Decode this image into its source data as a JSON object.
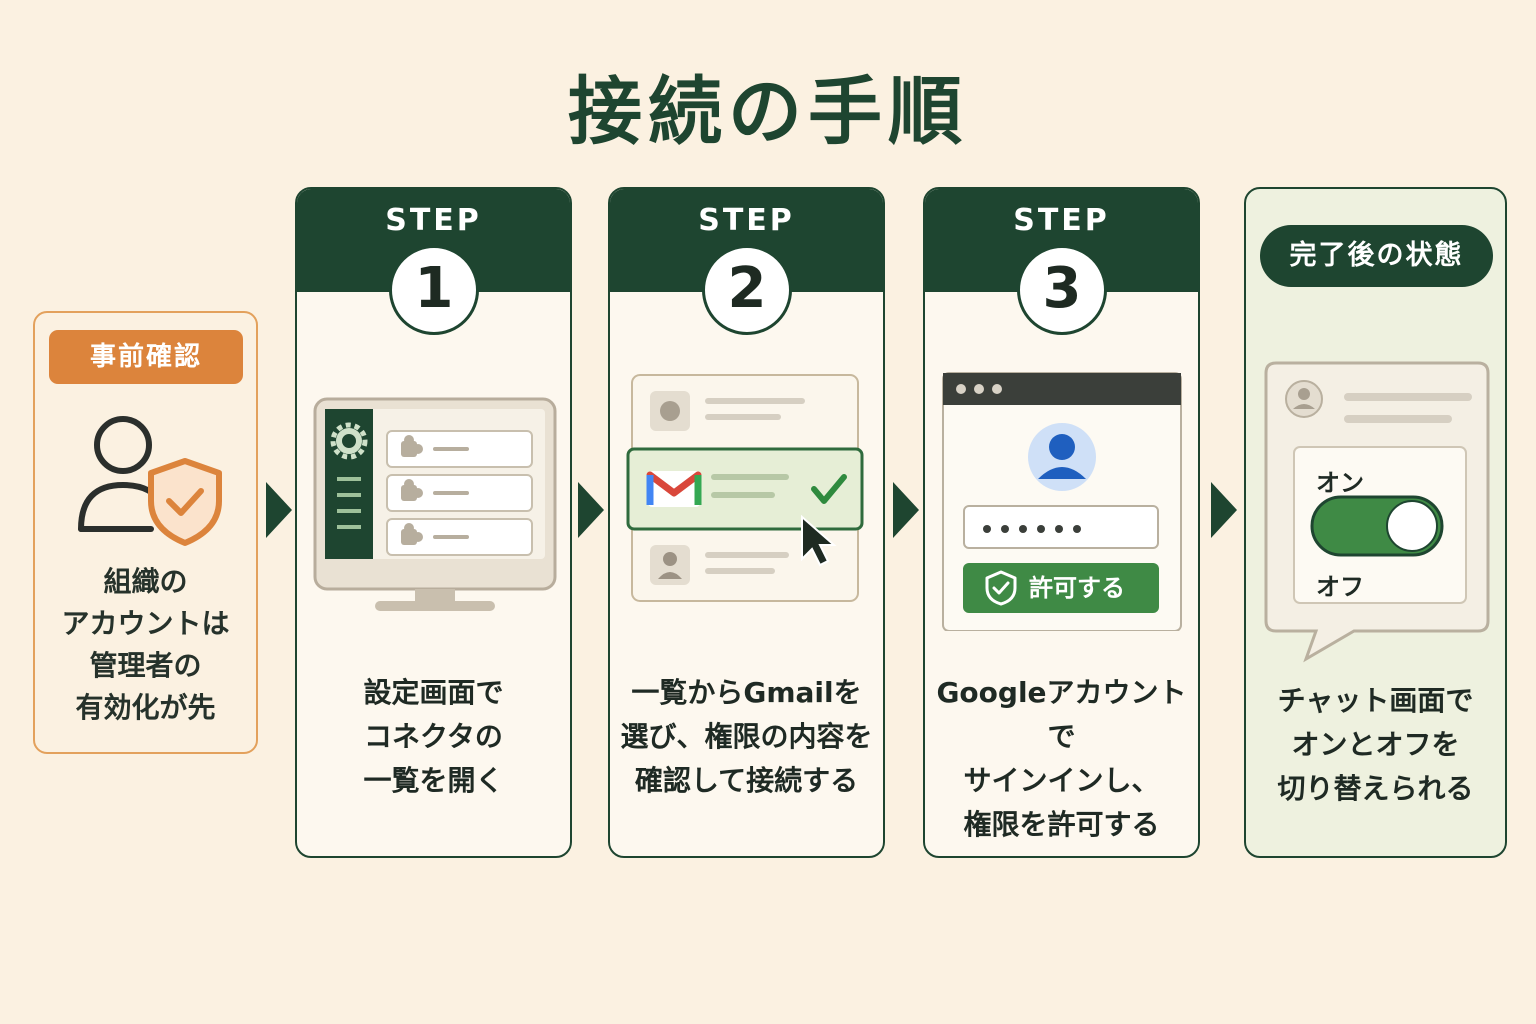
{
  "title": "接続の手順",
  "prerequisite": {
    "badge": "事前確認",
    "text": "組織の\nアカウントは\n管理者の\n有効化が先"
  },
  "steps": [
    {
      "label": "STEP",
      "number": "1",
      "text": "設定画面で\nコネクタの\n一覧を開く"
    },
    {
      "label": "STEP",
      "number": "2",
      "text": "一覧からGmailを\n選び、権限の内容を\n確認して接続する"
    },
    {
      "label": "STEP",
      "number": "3",
      "text": "Googleアカウントで\nサインインし、\n権限を許可する",
      "button": "許可する"
    }
  ],
  "result": {
    "badge": "完了後の状態",
    "on_label": "オン",
    "off_label": "オフ",
    "text": "チャット画面で\nオンとオフを\n切り替えられる"
  },
  "colors": {
    "background": "#fbf1e1",
    "primary": "#1e4530",
    "accent": "#dc843c",
    "success": "#3f8a45"
  },
  "icons": [
    "user-shield-icon",
    "gear-icon",
    "puzzle-icon",
    "gmail-icon",
    "check-icon",
    "cursor-icon",
    "user-icon",
    "shield-check-icon",
    "toggle-icon",
    "arrow-right-icon"
  ]
}
